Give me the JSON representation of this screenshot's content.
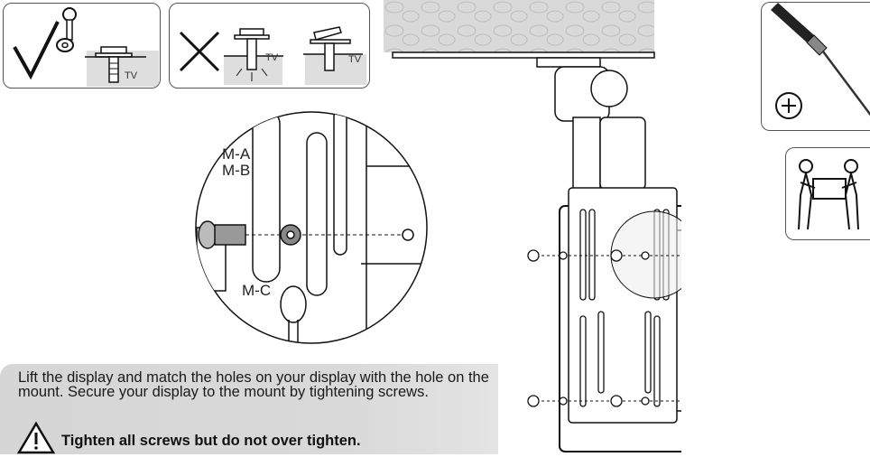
{
  "icons": {
    "correct": "checkmark-icon",
    "wrong": "cross-icon",
    "screwdriver": "screwdriver-icon",
    "phillips": "phillips-head-icon",
    "two_people": "two-people-lifting-icon",
    "warning": "warning-triangle-icon"
  },
  "labels": {
    "tv_1": "TV",
    "tv_2": "TV",
    "tv_3": "TV",
    "m_a": "M-A",
    "m_b": "M-B",
    "m_c": "M-C"
  },
  "instructions": {
    "text": "Lift the display and match the holes on your display with the hole on the mount. Secure your display to the mount by tightening screws.",
    "warning": "Tighten all screws but do not over tighten."
  },
  "colors": {
    "instruction_bg": "#d6d6d6",
    "tv_tag_bg": "#dedede",
    "ceiling_plate": "#d9d9d9"
  }
}
